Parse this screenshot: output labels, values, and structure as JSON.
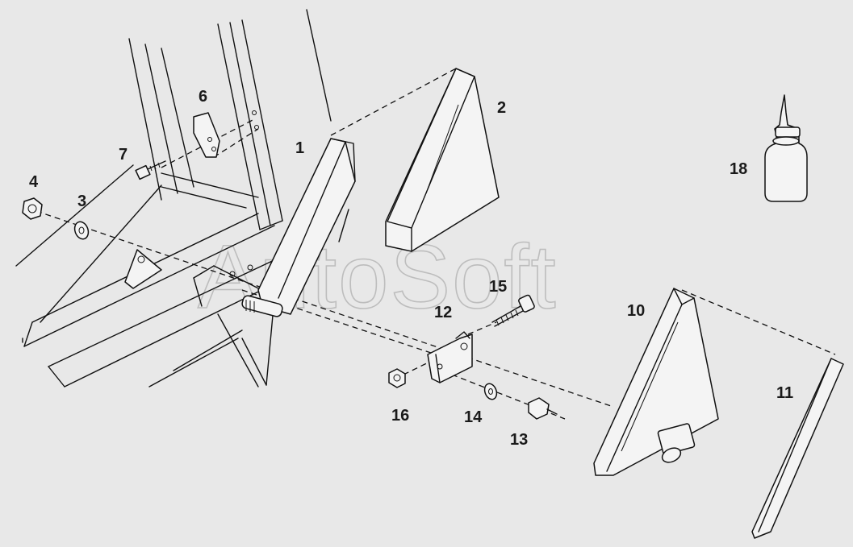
{
  "watermark": "AutoSoft",
  "callouts": {
    "c1": "1",
    "c2": "2",
    "c3": "3",
    "c4": "4",
    "c6": "6",
    "c7": "7",
    "c10": "10",
    "c11": "11",
    "c12": "12",
    "c13": "13",
    "c14": "14",
    "c15": "15",
    "c16": "16",
    "c18": "18"
  },
  "colors": {
    "background": "#e8e8e8",
    "line": "#111111",
    "watermark": "#bdbdbd"
  }
}
